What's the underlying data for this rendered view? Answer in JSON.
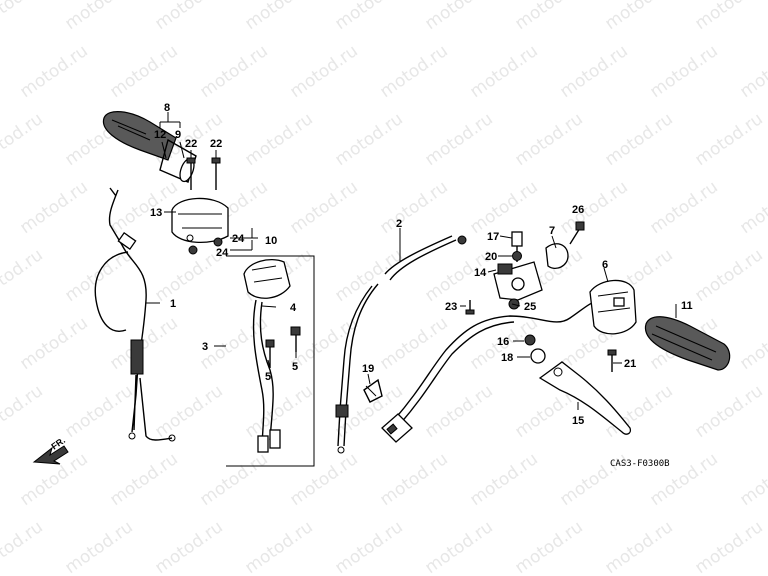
{
  "watermark": "motod.ru",
  "direction_label": "FR.",
  "figure_code": "CAS3-F0300B",
  "callouts": {
    "c1": "1",
    "c2": "2",
    "c3": "3",
    "c4": "4",
    "c5a": "5",
    "c5b": "5",
    "c6": "6",
    "c7": "7",
    "c8": "8",
    "c9": "9",
    "c10": "10",
    "c11": "11",
    "c12": "12",
    "c13": "13",
    "c14": "14",
    "c15": "15",
    "c16": "16",
    "c17": "17",
    "c18": "18",
    "c19": "19",
    "c20": "20",
    "c21": "21",
    "c22a": "22",
    "c22b": "22",
    "c23": "23",
    "c24a": "24",
    "c24b": "24",
    "c25": "25",
    "c26": "26"
  }
}
